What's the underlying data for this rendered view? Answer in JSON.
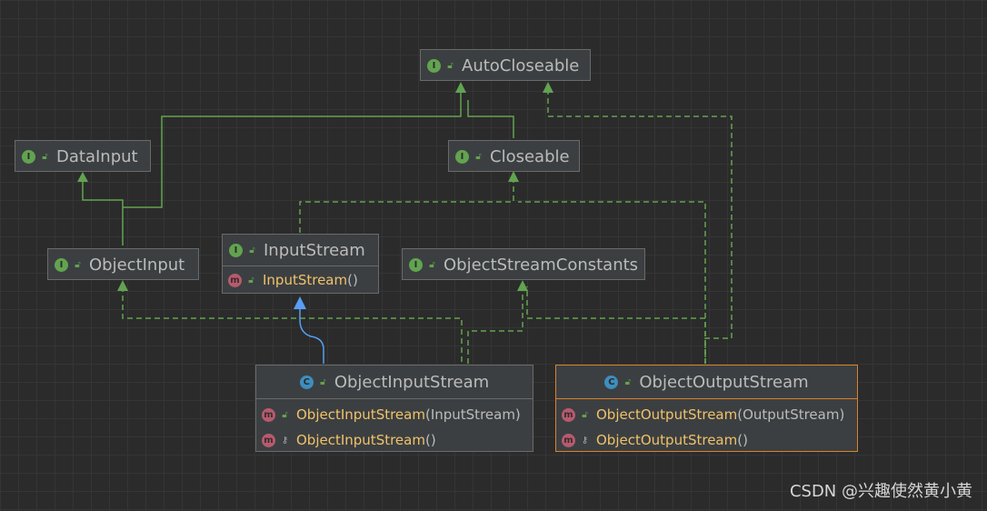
{
  "nodes": {
    "autocloseable": {
      "name": "AutoCloseable",
      "badge": "I"
    },
    "datainput": {
      "name": "DataInput",
      "badge": "I"
    },
    "closeable": {
      "name": "Closeable",
      "badge": "I"
    },
    "objectinput": {
      "name": "ObjectInput",
      "badge": "I"
    },
    "inputstream": {
      "name": "InputStream",
      "badge": "I",
      "members": [
        {
          "badge": "m",
          "name": "InputStream",
          "params": "()"
        }
      ]
    },
    "objectstreamconstants": {
      "name": "ObjectStreamConstants",
      "badge": "I"
    },
    "objectinputstream": {
      "name": "ObjectInputStream",
      "badge": "C",
      "members": [
        {
          "badge": "m",
          "name": "ObjectInputStream",
          "params": "(InputStream)"
        },
        {
          "badge": "m",
          "name": "ObjectInputStream",
          "params": "()"
        }
      ]
    },
    "objectoutputstream": {
      "name": "ObjectOutputStream",
      "badge": "C",
      "members": [
        {
          "badge": "m",
          "name": "ObjectOutputStream",
          "params": "(OutputStream)"
        },
        {
          "badge": "m",
          "name": "ObjectOutputStream",
          "params": "()"
        }
      ]
    }
  },
  "watermark": "CSDN @兴趣使然黄小黄",
  "colors": {
    "background": "#2b2b2b",
    "node_bg": "#3c3f41",
    "node_border": "#6a6a6a",
    "selected_border": "#d8822e",
    "text": "#bbbbbb",
    "method_text": "#f0c26a",
    "interface_badge": "#62a350",
    "class_badge": "#3d8fbf",
    "method_badge": "#b55b6e",
    "extends_edge": "#62a350",
    "implements_edge": "#62a350",
    "class_extends_edge": "#589df6"
  },
  "relations": [
    {
      "from": "DataInput",
      "to": "ObjectInput",
      "kind": "extends"
    },
    {
      "from": "AutoCloseable",
      "to": "ObjectInput",
      "kind": "extends"
    },
    {
      "from": "AutoCloseable",
      "to": "Closeable",
      "kind": "extends"
    },
    {
      "from": "Closeable",
      "to": "InputStream",
      "kind": "implements"
    },
    {
      "from": "Closeable",
      "to": "ObjectOutputStream",
      "kind": "implements"
    },
    {
      "from": "InputStream",
      "to": "ObjectInputStream",
      "kind": "extends-class"
    },
    {
      "from": "ObjectInput",
      "to": "ObjectInputStream",
      "kind": "implements"
    },
    {
      "from": "ObjectStreamConstants",
      "to": "ObjectInputStream",
      "kind": "implements"
    },
    {
      "from": "ObjectStreamConstants",
      "to": "ObjectOutputStream",
      "kind": "implements"
    },
    {
      "from": "AutoCloseable",
      "to": "ObjectOutputStream",
      "kind": "implements"
    }
  ]
}
